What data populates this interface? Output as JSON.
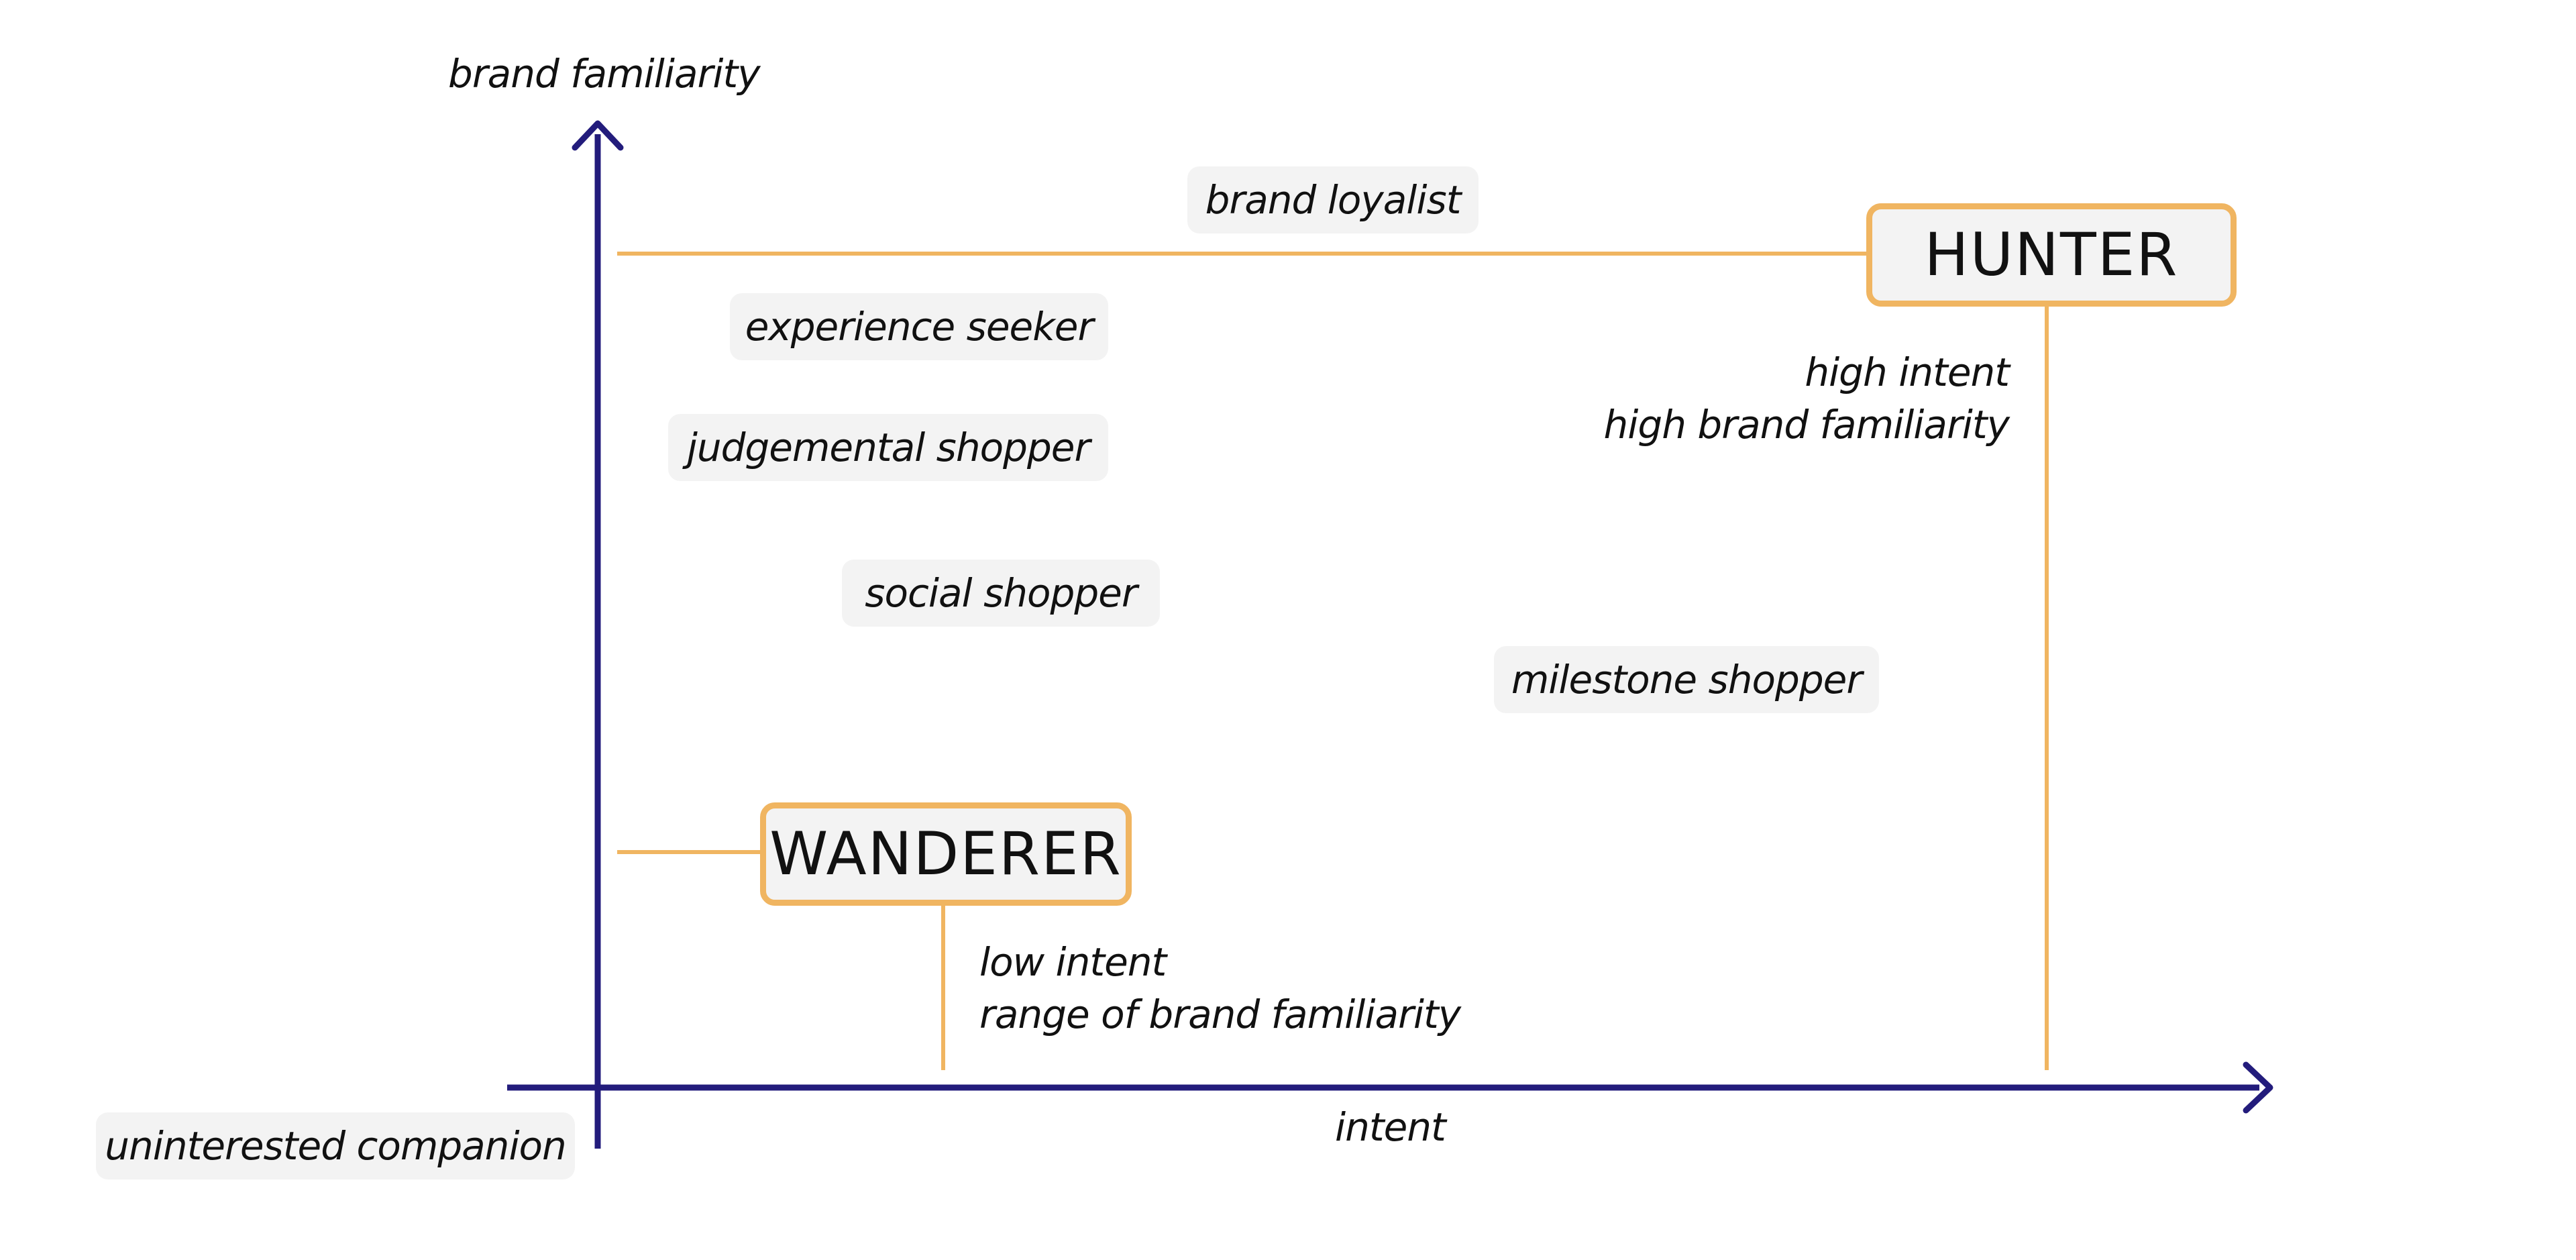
{
  "axes": {
    "y_label": "brand familiarity",
    "x_label": "intent"
  },
  "personas": {
    "hunter": {
      "label": "HUNTER",
      "description": [
        "high intent",
        "high brand familiarity"
      ]
    },
    "wanderer": {
      "label": "WANDERER",
      "description": [
        "low intent",
        "range of brand familiarity"
      ]
    }
  },
  "shopper_types": {
    "brand_loyalist": "brand loyalist",
    "experience_seeker": "experience seeker",
    "judgemental_shopper": "judgemental shopper",
    "social_shopper": "social shopper",
    "milestone_shopper": "milestone shopper",
    "uninterested_companion": "uninterested companion"
  },
  "colors": {
    "axis": "#231c7c",
    "connector": "#f0b561",
    "tag_background": "#f3f3f3",
    "text": "#111111"
  }
}
